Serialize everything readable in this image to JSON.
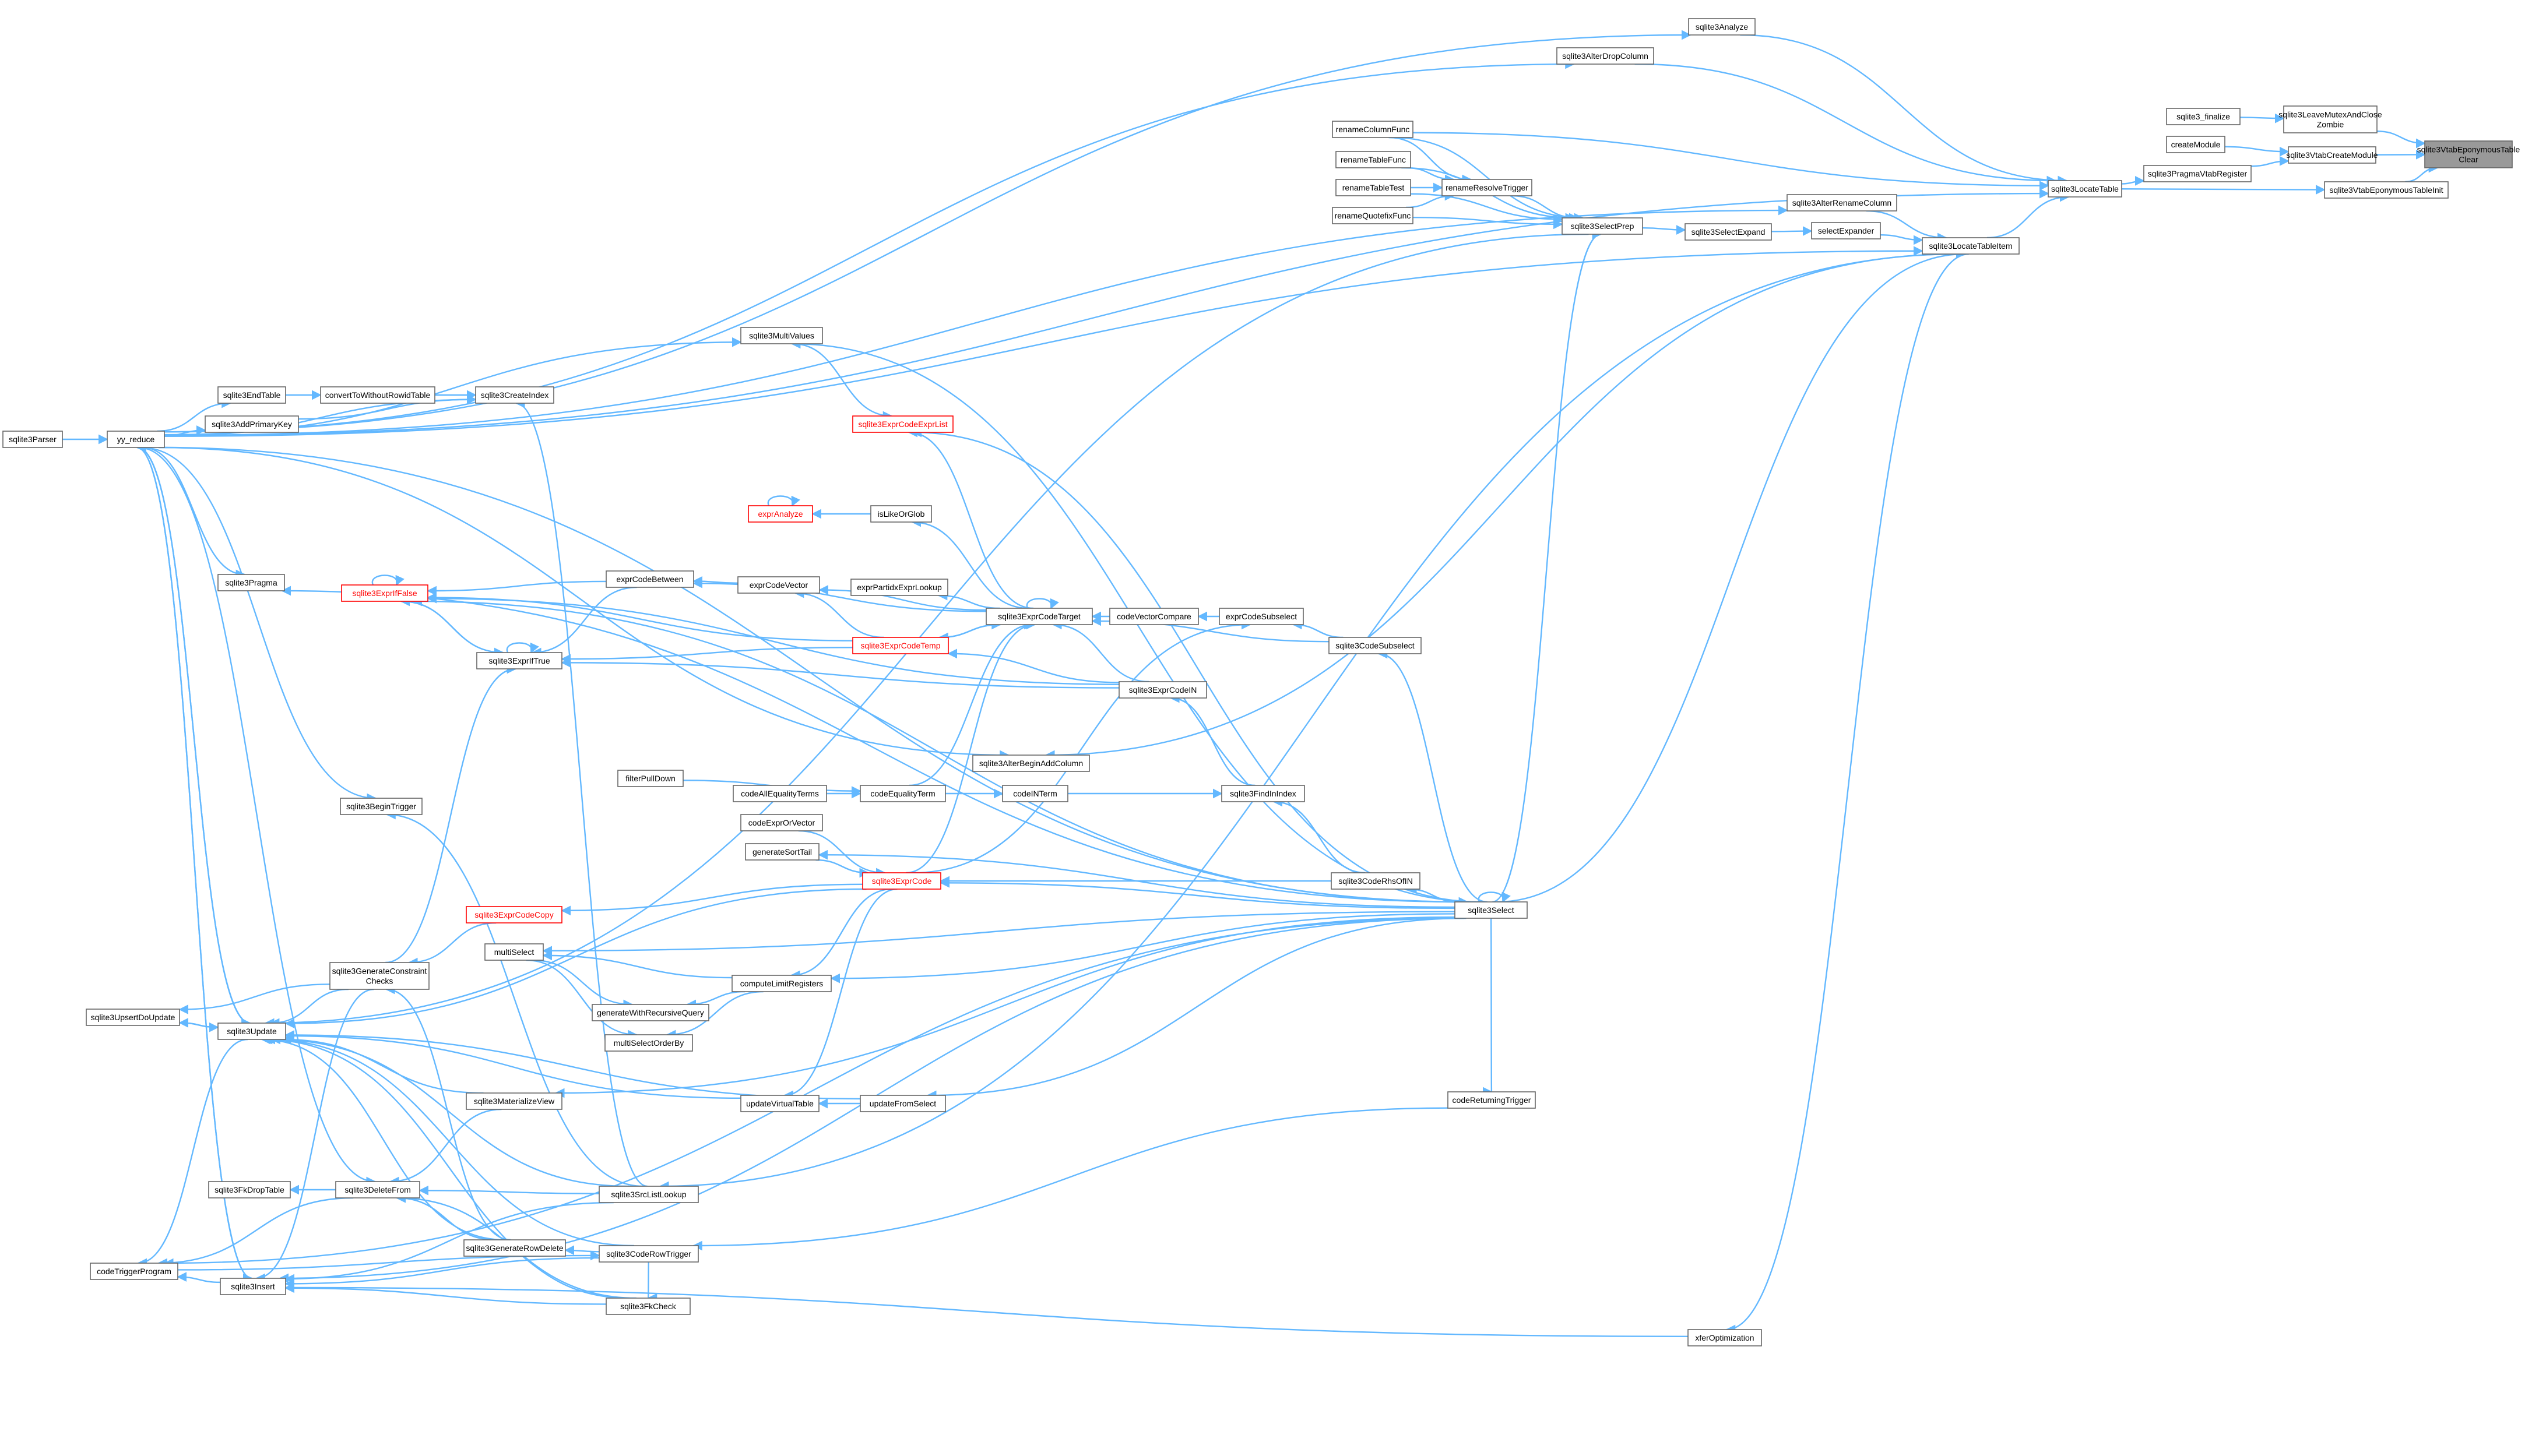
{
  "diagram": {
    "kind": "doxygen-caller-graph",
    "edge_color": "#63b8ff",
    "node_border_color": "#666666",
    "highlight_color": "#ff0000",
    "root_fill_color": "#999999",
    "nodes": [
      {
        "id": "root",
        "lines": [
          "sqlite3VtabEponymousTable",
          "Clear"
        ],
        "style": "root"
      },
      {
        "id": "leaveMutex",
        "lines": [
          "sqlite3LeaveMutexAndClose",
          "Zombie"
        ]
      },
      {
        "id": "finalize",
        "lines": [
          "sqlite3_finalize"
        ]
      },
      {
        "id": "vtabCreateModule",
        "lines": [
          "sqlite3VtabCreateModule"
        ]
      },
      {
        "id": "createModule",
        "lines": [
          "createModule"
        ]
      },
      {
        "id": "eponInit",
        "lines": [
          "sqlite3VtabEponymousTableInit"
        ]
      },
      {
        "id": "pragmaVtabRegister",
        "lines": [
          "sqlite3PragmaVtabRegister"
        ]
      },
      {
        "id": "locateTable",
        "lines": [
          "sqlite3LocateTable"
        ]
      },
      {
        "id": "analyze",
        "lines": [
          "sqlite3Analyze"
        ]
      },
      {
        "id": "alterDropColumn",
        "lines": [
          "sqlite3AlterDropColumn"
        ]
      },
      {
        "id": "locateTableItem",
        "lines": [
          "sqlite3LocateTableItem"
        ]
      },
      {
        "id": "alterRenameColumn",
        "lines": [
          "sqlite3AlterRenameColumn"
        ]
      },
      {
        "id": "selectExpander",
        "lines": [
          "selectExpander"
        ]
      },
      {
        "id": "selectExpand",
        "lines": [
          "sqlite3SelectExpand"
        ]
      },
      {
        "id": "selectPrep",
        "lines": [
          "sqlite3SelectPrep"
        ]
      },
      {
        "id": "renameColumnFunc",
        "lines": [
          "renameColumnFunc"
        ]
      },
      {
        "id": "renameTableFunc",
        "lines": [
          "renameTableFunc"
        ]
      },
      {
        "id": "renameTableTest",
        "lines": [
          "renameTableTest"
        ]
      },
      {
        "id": "renameQuotefixFunc",
        "lines": [
          "renameQuotefixFunc"
        ]
      },
      {
        "id": "renameResolveTrigger",
        "lines": [
          "renameResolveTrigger"
        ]
      },
      {
        "id": "multiValues",
        "lines": [
          "sqlite3MultiValues"
        ]
      },
      {
        "id": "createIndex",
        "lines": [
          "sqlite3CreateIndex"
        ]
      },
      {
        "id": "endTable",
        "lines": [
          "sqlite3EndTable"
        ]
      },
      {
        "id": "convertToWithoutRowid",
        "lines": [
          "convertToWithoutRowidTable"
        ]
      },
      {
        "id": "addPrimaryKey",
        "lines": [
          "sqlite3AddPrimaryKey"
        ]
      },
      {
        "id": "yyReduce",
        "lines": [
          "yy_reduce"
        ]
      },
      {
        "id": "parser",
        "lines": [
          "sqlite3Parser"
        ]
      },
      {
        "id": "pragma",
        "lines": [
          "sqlite3Pragma"
        ]
      },
      {
        "id": "exprCodeExprList",
        "lines": [
          "sqlite3ExprCodeExprList"
        ],
        "style": "red"
      },
      {
        "id": "exprAnalyze",
        "lines": [
          "exprAnalyze"
        ],
        "style": "red"
      },
      {
        "id": "isLikeOrGlob",
        "lines": [
          "isLikeOrGlob"
        ]
      },
      {
        "id": "exprIfFalse",
        "lines": [
          "sqlite3ExprIfFalse"
        ],
        "style": "red"
      },
      {
        "id": "exprCodeBetween",
        "lines": [
          "exprCodeBetween"
        ]
      },
      {
        "id": "exprCodeVector",
        "lines": [
          "exprCodeVector"
        ]
      },
      {
        "id": "exprIfTrue",
        "lines": [
          "sqlite3ExprIfTrue"
        ]
      },
      {
        "id": "exprCodeTemp",
        "lines": [
          "sqlite3ExprCodeTemp"
        ],
        "style": "red"
      },
      {
        "id": "exprCodeTarget",
        "lines": [
          "sqlite3ExprCodeTarget"
        ]
      },
      {
        "id": "exprPartidxExprLookup",
        "lines": [
          "exprPartidxExprLookup"
        ]
      },
      {
        "id": "codeVectorCompare",
        "lines": [
          "codeVectorCompare"
        ]
      },
      {
        "id": "exprCodeSubselect",
        "lines": [
          "exprCodeSubselect"
        ]
      },
      {
        "id": "codeSubselect",
        "lines": [
          "sqlite3CodeSubselect"
        ]
      },
      {
        "id": "exprCodeIN",
        "lines": [
          "sqlite3ExprCodeIN"
        ]
      },
      {
        "id": "alterBeginAddColumn",
        "lines": [
          "sqlite3AlterBeginAddColumn"
        ]
      },
      {
        "id": "filterPullDown",
        "lines": [
          "filterPullDown"
        ]
      },
      {
        "id": "codeAllEqualityTerms",
        "lines": [
          "codeAllEqualityTerms"
        ]
      },
      {
        "id": "codeEqualityTerm",
        "lines": [
          "codeEqualityTerm"
        ]
      },
      {
        "id": "codeINTerm",
        "lines": [
          "codeINTerm"
        ]
      },
      {
        "id": "findInIndex",
        "lines": [
          "sqlite3FindInIndex"
        ]
      },
      {
        "id": "beginTrigger",
        "lines": [
          "sqlite3BeginTrigger"
        ]
      },
      {
        "id": "codeExprOrVector",
        "lines": [
          "codeExprOrVector"
        ]
      },
      {
        "id": "generateSortTail",
        "lines": [
          "generateSortTail"
        ]
      },
      {
        "id": "exprCode",
        "lines": [
          "sqlite3ExprCode"
        ],
        "style": "red"
      },
      {
        "id": "codeRhsOfIN",
        "lines": [
          "sqlite3CodeRhsOfIN"
        ]
      },
      {
        "id": "select",
        "lines": [
          "sqlite3Select"
        ]
      },
      {
        "id": "exprCodeCopy",
        "lines": [
          "sqlite3ExprCodeCopy"
        ],
        "style": "red"
      },
      {
        "id": "generateConstraintChecks",
        "lines": [
          "sqlite3GenerateConstraint",
          "Checks"
        ]
      },
      {
        "id": "multiSelect",
        "lines": [
          "multiSelect"
        ]
      },
      {
        "id": "computeLimitRegisters",
        "lines": [
          "computeLimitRegisters"
        ]
      },
      {
        "id": "generateWithRecursiveQuery",
        "lines": [
          "generateWithRecursiveQuery"
        ]
      },
      {
        "id": "multiSelectOrderBy",
        "lines": [
          "multiSelectOrderBy"
        ]
      },
      {
        "id": "upsertDoUpdate",
        "lines": [
          "sqlite3UpsertDoUpdate"
        ]
      },
      {
        "id": "update",
        "lines": [
          "sqlite3Update"
        ]
      },
      {
        "id": "updateVirtualTable",
        "lines": [
          "updateVirtualTable"
        ]
      },
      {
        "id": "updateFromSelect",
        "lines": [
          "updateFromSelect"
        ]
      },
      {
        "id": "codeReturningTrigger",
        "lines": [
          "codeReturningTrigger"
        ]
      },
      {
        "id": "materializeView",
        "lines": [
          "sqlite3MaterializeView"
        ]
      },
      {
        "id": "fkDropTable",
        "lines": [
          "sqlite3FkDropTable"
        ]
      },
      {
        "id": "deleteFrom",
        "lines": [
          "sqlite3DeleteFrom"
        ]
      },
      {
        "id": "srcListLookup",
        "lines": [
          "sqlite3SrcListLookup"
        ]
      },
      {
        "id": "generateRowDelete",
        "lines": [
          "sqlite3GenerateRowDelete"
        ]
      },
      {
        "id": "codeRowTrigger",
        "lines": [
          "sqlite3CodeRowTrigger"
        ]
      },
      {
        "id": "codeTriggerProgram",
        "lines": [
          "codeTriggerProgram"
        ]
      },
      {
        "id": "insert",
        "lines": [
          "sqlite3Insert"
        ]
      },
      {
        "id": "fkCheck",
        "lines": [
          "sqlite3FkCheck"
        ]
      },
      {
        "id": "xferOptimization",
        "lines": [
          "xferOptimization"
        ]
      }
    ],
    "edges": [
      [
        "leaveMutex",
        "root"
      ],
      [
        "vtabCreateModule",
        "root"
      ],
      [
        "eponInit",
        "root"
      ],
      [
        "finalize",
        "leaveMutex"
      ],
      [
        "createModule",
        "vtabCreateModule"
      ],
      [
        "pragmaVtabRegister",
        "vtabCreateModule"
      ],
      [
        "locateTable",
        "pragmaVtabRegister"
      ],
      [
        "locateTable",
        "eponInit"
      ],
      [
        "analyze",
        "locateTable"
      ],
      [
        "alterDropColumn",
        "locateTable"
      ],
      [
        "locateTableItem",
        "locateTable"
      ],
      [
        "renameColumnFunc",
        "locateTable"
      ],
      [
        "yyReduce",
        "locateTable"
      ],
      [
        "alterRenameColumn",
        "locateTableItem"
      ],
      [
        "selectExpander",
        "locateTableItem"
      ],
      [
        "selectExpand",
        "selectExpander"
      ],
      [
        "selectPrep",
        "selectExpand"
      ],
      [
        "renameColumnFunc",
        "selectPrep"
      ],
      [
        "renameTableFunc",
        "renameResolveTrigger"
      ],
      [
        "renameTableTest",
        "renameResolveTrigger"
      ],
      [
        "renameColumnFunc",
        "renameResolveTrigger"
      ],
      [
        "renameQuotefixFunc",
        "renameResolveTrigger"
      ],
      [
        "renameResolveTrigger",
        "selectPrep"
      ],
      [
        "renameQuotefixFunc",
        "selectPrep"
      ],
      [
        "renameTableFunc",
        "selectPrep"
      ],
      [
        "renameTableTest",
        "selectPrep"
      ],
      [
        "yyReduce",
        "analyze"
      ],
      [
        "yyReduce",
        "alterDropColumn"
      ],
      [
        "yyReduce",
        "alterRenameColumn"
      ],
      [
        "yyReduce",
        "locateTableItem"
      ],
      [
        "yyReduce",
        "multiValues"
      ],
      [
        "yyReduce",
        "createIndex"
      ],
      [
        "yyReduce",
        "endTable"
      ],
      [
        "yyReduce",
        "addPrimaryKey"
      ],
      [
        "yyReduce",
        "pragma"
      ],
      [
        "yyReduce",
        "alterBeginAddColumn"
      ],
      [
        "yyReduce",
        "beginTrigger"
      ],
      [
        "yyReduce",
        "update"
      ],
      [
        "yyReduce",
        "deleteFrom"
      ],
      [
        "yyReduce",
        "insert"
      ],
      [
        "yyReduce",
        "select"
      ],
      [
        "parser",
        "yyReduce"
      ],
      [
        "endTable",
        "convertToWithoutRowid"
      ],
      [
        "convertToWithoutRowid",
        "createIndex"
      ],
      [
        "addPrimaryKey",
        "createIndex"
      ],
      [
        "multiValues",
        "exprCodeExprList"
      ],
      [
        "exprAnalyze",
        "exprAnalyze"
      ],
      [
        "isLikeOrGlob",
        "exprAnalyze"
      ],
      [
        "exprIfFalse",
        "exprIfFalse"
      ],
      [
        "exprCodeBetween",
        "exprIfFalse"
      ],
      [
        "exprIfTrue",
        "exprIfFalse"
      ],
      [
        "exprIfFalse",
        "exprIfTrue"
      ],
      [
        "exprIfTrue",
        "exprIfTrue"
      ],
      [
        "exprCodeBetween",
        "exprIfTrue"
      ],
      [
        "exprCodeTemp",
        "exprIfTrue"
      ],
      [
        "exprCodeTemp",
        "exprIfFalse"
      ],
      [
        "exprCodeVector",
        "exprCodeBetween"
      ],
      [
        "exprCodeTarget",
        "exprCodeBetween"
      ],
      [
        "exprCodeTemp",
        "exprCodeVector"
      ],
      [
        "exprCodeTarget",
        "exprCodeVector"
      ],
      [
        "exprCodeTarget",
        "exprCodeExprList"
      ],
      [
        "exprCodeTarget",
        "isLikeOrGlob"
      ],
      [
        "exprCodeTarget",
        "exprPartidxExprLookup"
      ],
      [
        "exprCodeTarget",
        "exprCodeTarget"
      ],
      [
        "exprCodeTarget",
        "exprCodeTemp"
      ],
      [
        "exprCodeTemp",
        "exprCodeTarget"
      ],
      [
        "exprCode",
        "exprCodeTarget"
      ],
      [
        "codeVectorCompare",
        "exprCodeTarget"
      ],
      [
        "exprCodeSubselect",
        "codeVectorCompare"
      ],
      [
        "codeSubselect",
        "exprCodeSubselect"
      ],
      [
        "codeSubselect",
        "exprCodeTarget"
      ],
      [
        "exprCodeIN",
        "exprCodeTarget"
      ],
      [
        "exprCodeIN",
        "exprCodeTemp"
      ],
      [
        "exprCodeIN",
        "exprIfTrue"
      ],
      [
        "exprCodeIN",
        "exprIfFalse"
      ],
      [
        "findInIndex",
        "exprCodeIN"
      ],
      [
        "codeINTerm",
        "findInIndex"
      ],
      [
        "codeEqualityTerm",
        "codeINTerm"
      ],
      [
        "codeEqualityTerm",
        "exprCodeTarget"
      ],
      [
        "codeAllEqualityTerms",
        "codeEqualityTerm"
      ],
      [
        "filterPullDown",
        "codeEqualityTerm"
      ],
      [
        "codeRhsOfIN",
        "findInIndex"
      ],
      [
        "codeRhsOfIN",
        "exprCode"
      ],
      [
        "codeExprOrVector",
        "exprCode"
      ],
      [
        "generateSortTail",
        "exprCode"
      ],
      [
        "select",
        "codeRhsOfIN"
      ],
      [
        "select",
        "exprCode"
      ],
      [
        "select",
        "select"
      ],
      [
        "select",
        "codeSubselect"
      ],
      [
        "select",
        "multiValues"
      ],
      [
        "select",
        "exprCodeExprList"
      ],
      [
        "select",
        "generateSortTail"
      ],
      [
        "select",
        "multiSelect"
      ],
      [
        "select",
        "computeLimitRegisters"
      ],
      [
        "select",
        "selectPrep"
      ],
      [
        "select",
        "exprIfFalse"
      ],
      [
        "select",
        "locateTableItem"
      ],
      [
        "exprCodeCopy",
        "generateConstraintChecks"
      ],
      [
        "exprCode",
        "exprCodeCopy"
      ],
      [
        "exprCode",
        "update"
      ],
      [
        "exprCode",
        "updateVirtualTable"
      ],
      [
        "exprCode",
        "computeLimitRegisters"
      ],
      [
        "computeLimitRegisters",
        "multiSelect"
      ],
      [
        "computeLimitRegisters",
        "generateWithRecursiveQuery"
      ],
      [
        "computeLimitRegisters",
        "multiSelectOrderBy"
      ],
      [
        "multiSelect",
        "generateWithRecursiveQuery"
      ],
      [
        "multiSelect",
        "multiSelectOrderBy"
      ],
      [
        "generateConstraintChecks",
        "upsertDoUpdate"
      ],
      [
        "generateConstraintChecks",
        "update"
      ],
      [
        "generateConstraintChecks",
        "insert"
      ],
      [
        "generateConstraintChecks",
        "exprIfTrue"
      ],
      [
        "upsertDoUpdate",
        "update"
      ],
      [
        "update",
        "upsertDoUpdate"
      ],
      [
        "update",
        "codeTriggerProgram"
      ],
      [
        "update",
        "yyReduce"
      ],
      [
        "updateVirtualTable",
        "update"
      ],
      [
        "updateFromSelect",
        "update"
      ],
      [
        "updateFromSelect",
        "updateVirtualTable"
      ],
      [
        "select",
        "updateFromSelect"
      ],
      [
        "select",
        "materializeView"
      ],
      [
        "select",
        "codeReturningTrigger"
      ],
      [
        "codeReturningTrigger",
        "codeRowTrigger"
      ],
      [
        "materializeView",
        "update"
      ],
      [
        "materializeView",
        "deleteFrom"
      ],
      [
        "deleteFrom",
        "fkDropTable"
      ],
      [
        "deleteFrom",
        "codeTriggerProgram"
      ],
      [
        "srcListLookup",
        "deleteFrom"
      ],
      [
        "srcListLookup",
        "update"
      ],
      [
        "srcListLookup",
        "insert"
      ],
      [
        "srcListLookup",
        "beginTrigger"
      ],
      [
        "srcListLookup",
        "createIndex"
      ],
      [
        "locateTableItem",
        "srcListLookup"
      ],
      [
        "generateRowDelete",
        "deleteFrom"
      ],
      [
        "generateRowDelete",
        "generateConstraintChecks"
      ],
      [
        "generateRowDelete",
        "update"
      ],
      [
        "codeRowTrigger",
        "generateRowDelete"
      ],
      [
        "codeRowTrigger",
        "insert"
      ],
      [
        "codeRowTrigger",
        "update"
      ],
      [
        "codeRowTrigger",
        "fkCheck"
      ],
      [
        "codeTriggerProgram",
        "codeRowTrigger"
      ],
      [
        "fkCheck",
        "insert"
      ],
      [
        "fkCheck",
        "update"
      ],
      [
        "fkCheck",
        "deleteFrom"
      ],
      [
        "insert",
        "codeTriggerProgram"
      ],
      [
        "insert",
        "yyReduce"
      ],
      [
        "xferOptimization",
        "insert"
      ],
      [
        "locateTableItem",
        "xferOptimization"
      ],
      [
        "select",
        "insert"
      ],
      [
        "select",
        "codeTriggerProgram"
      ],
      [
        "select",
        "pragma"
      ],
      [
        "selectPrep",
        "update"
      ],
      [
        "locateTableItem",
        "alterBeginAddColumn"
      ],
      [
        "exprCode",
        "exprCodeSubselect"
      ]
    ]
  }
}
